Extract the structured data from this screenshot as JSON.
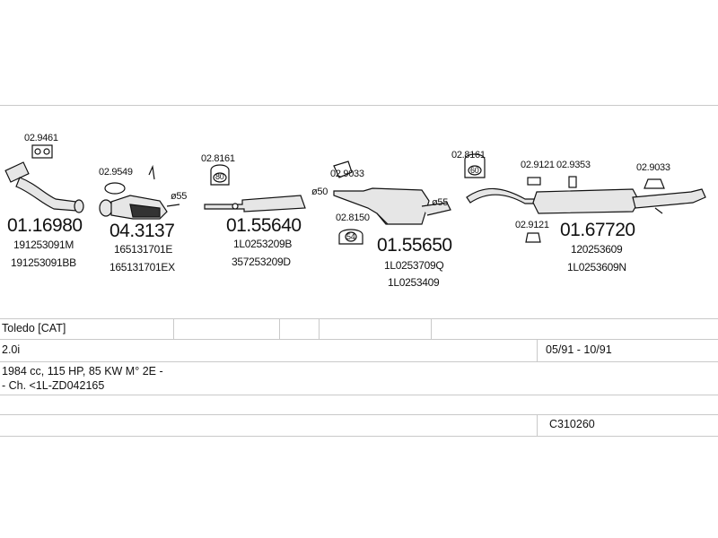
{
  "callouts": {
    "c1": "02.9461",
    "c2": "02.9549",
    "c3": "02.8161",
    "c4": "02.9033",
    "c5": "02.8150",
    "c6": "02.8161",
    "c7": "02.9121",
    "c8": "02.9353",
    "c9": "02.9033",
    "c10": "02.9121"
  },
  "diameters": {
    "d1": "ø55",
    "d2": "ø50",
    "d3": "ø55"
  },
  "clamp_labels": {
    "k1": "80",
    "k2": "54",
    "k3": "60"
  },
  "parts": [
    {
      "code": "01.16980",
      "refs": [
        "191253091M",
        "191253091BB"
      ]
    },
    {
      "code": "04.3137",
      "refs": [
        "165131701E",
        "165131701EX"
      ]
    },
    {
      "code": "01.55640",
      "refs": [
        "1L0253209B",
        "357253209D"
      ]
    },
    {
      "code": "01.55650",
      "refs": [
        "1L0253709Q",
        "1L0253409"
      ]
    },
    {
      "code": "01.67720",
      "refs": [
        "120253609",
        "1L0253609N"
      ]
    }
  ],
  "info": {
    "model": "Toledo  [CAT]",
    "engine": "2.0i",
    "dates": "05/91 - 10/91",
    "spec": "1984 cc, 115 HP, 85 KW M° 2E -",
    "chassis": "- Ch. <1L-ZD042165",
    "catalog": "C310260"
  },
  "colors": {
    "line": "#c9c9c9",
    "ink": "#111111",
    "part_fill": "#e6e6e6"
  }
}
